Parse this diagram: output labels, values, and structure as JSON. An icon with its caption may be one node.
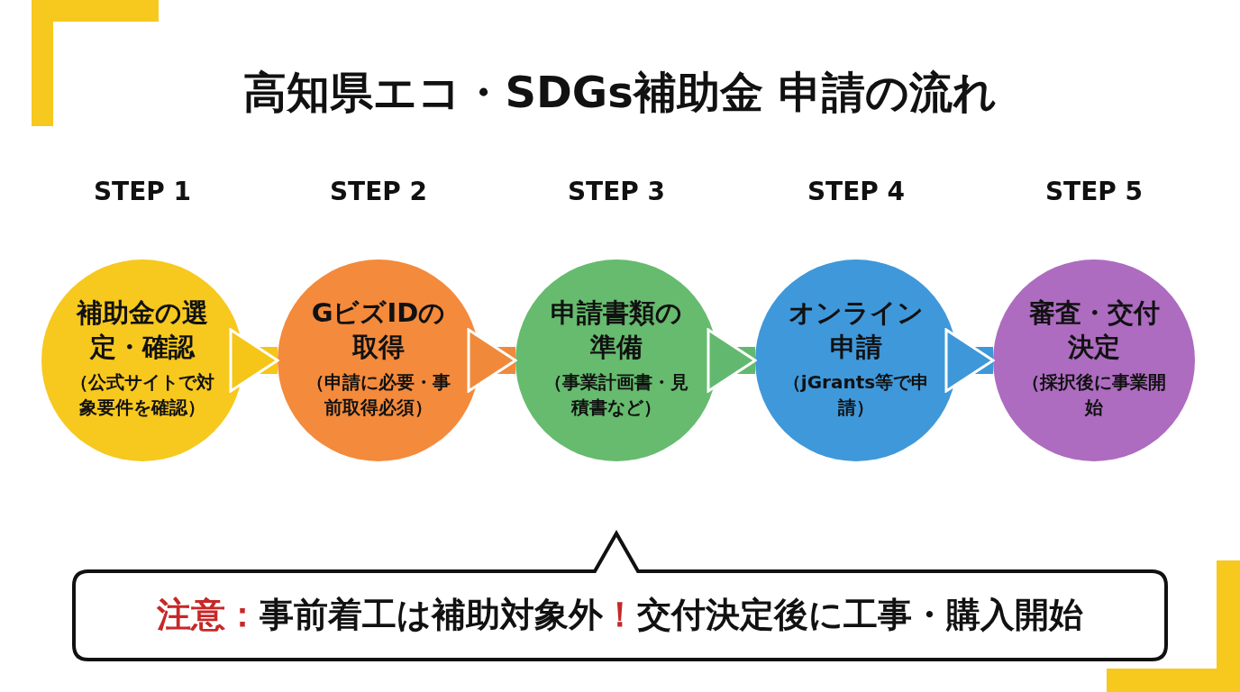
{
  "diagram": {
    "title": "高知県エコ・SDGs補助金 申請の流れ",
    "nodes": [
      {
        "text": [
          "補助金の選定・確認",
          "（公式サイトで対象要件を確認）"
        ],
        "beside": [
          "STEP 1"
        ]
      },
      {
        "text": [
          "GビズIDの取得",
          "（申請に必要・事前取得必須）"
        ],
        "beside": [
          "STEP 2"
        ]
      },
      {
        "text": [
          "申請書類の準備",
          "（事業計画書・見積書など）"
        ],
        "beside": [
          "STEP 3"
        ]
      },
      {
        "text": [
          "オンライン申請",
          "（jGrants等で申請）"
        ],
        "beside": [
          "STEP 4"
        ]
      },
      {
        "text": [
          "審査・交付決定",
          "（採択後に事業開始"
        ],
        "beside": [
          "STEP 5"
        ]
      },
      {
        "text": [
          "注意：",
          "事前着工は補助対象外",
          "！",
          "交付決定後に工事・購入開始"
        ]
      }
    ],
    "edges": [
      {
        "from": 0,
        "to": 1,
        "arrow": "to",
        "color": "#f5c518"
      },
      {
        "from": 1,
        "to": 2,
        "arrow": "to",
        "color": "#f08a3a"
      },
      {
        "from": 2,
        "to": 3,
        "arrow": "to",
        "color": "#63b86f"
      },
      {
        "from": 3,
        "to": 4,
        "arrow": "to",
        "color": "#3e97d8"
      }
    ]
  }
}
